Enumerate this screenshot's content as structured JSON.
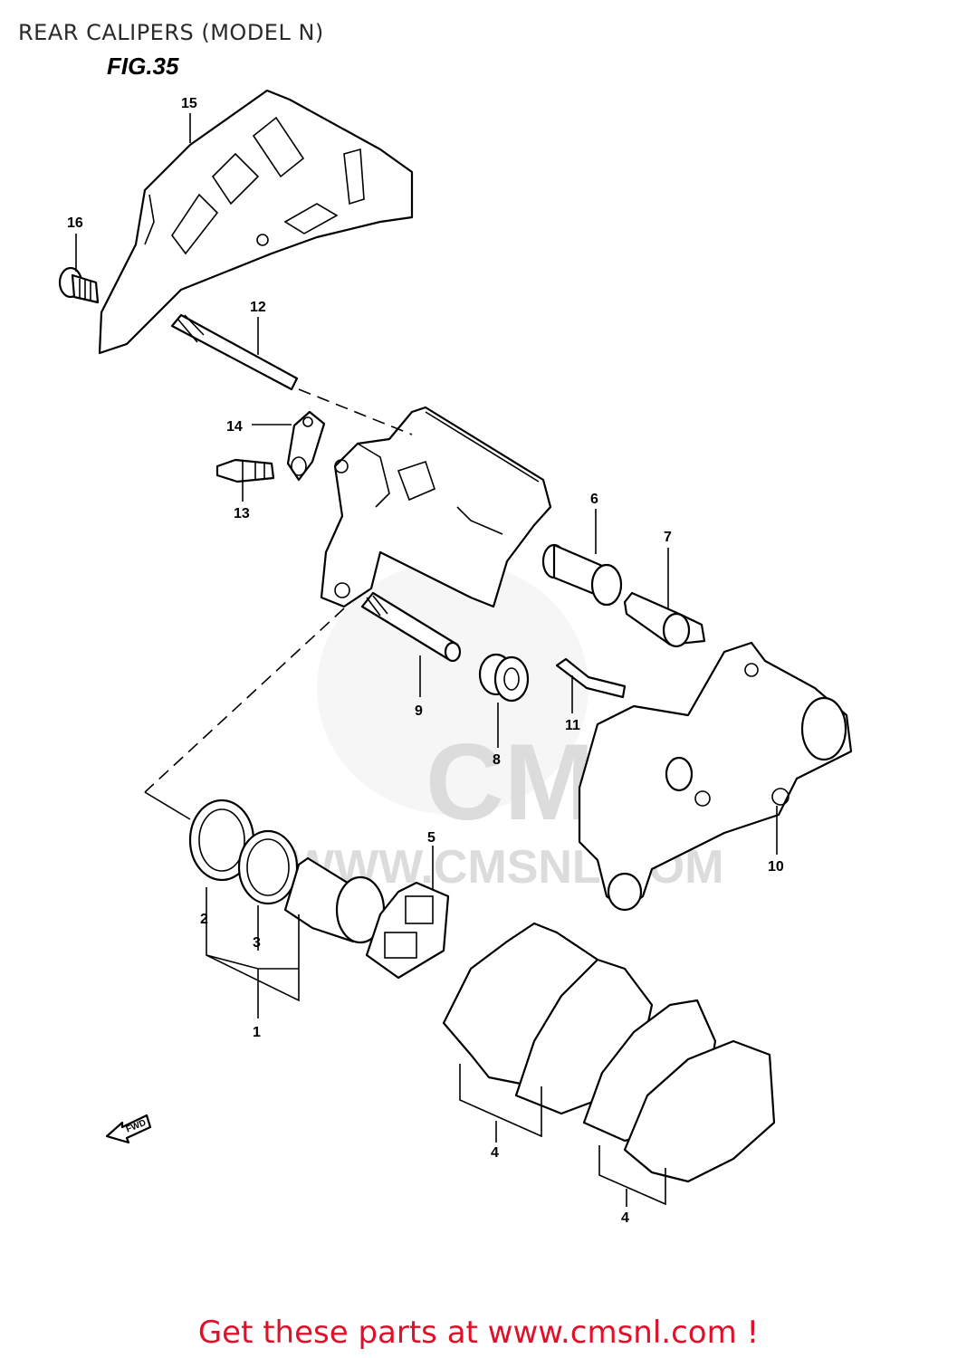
{
  "header": {
    "title": "REAR CALIPERS (MODEL N)",
    "figure": "FIG.35"
  },
  "watermark": {
    "brand": "CMS",
    "site": "WWW.CMSNL.COM"
  },
  "callouts": {
    "c1": "1",
    "c2": "2",
    "c3": "3",
    "c4a": "4",
    "c4b": "4",
    "c5": "5",
    "c6": "6",
    "c7": "7",
    "c8": "8",
    "c9": "9",
    "c10": "10",
    "c11": "11",
    "c12": "12",
    "c13": "13",
    "c14": "14",
    "c15": "15",
    "c16": "16"
  },
  "direction_arrow": {
    "label": "FWD",
    "icon": "fwd-arrow-icon"
  },
  "footer": {
    "link_text": "Get these parts at www.cmsnl.com !",
    "color": "#e0102a"
  }
}
